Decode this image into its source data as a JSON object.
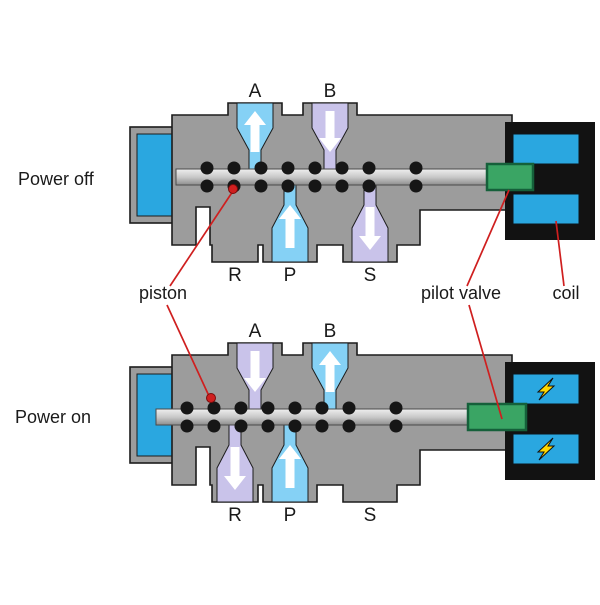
{
  "labels": {
    "power_off": "Power off",
    "power_on": "Power on",
    "piston": "piston",
    "pilot_valve": "pilot valve",
    "coil": "coil"
  },
  "ports": {
    "a": "A",
    "b": "B",
    "r": "R",
    "p": "P",
    "s": "S"
  },
  "states": {
    "power_off": {
      "coil_energized": false,
      "flows": [
        {
          "channel_color": "blue",
          "arrows": [
            "A up",
            "P up"
          ]
        },
        {
          "channel_color": "purple",
          "arrows": [
            "B down",
            "S down"
          ]
        }
      ]
    },
    "power_on": {
      "coil_energized": true,
      "flows": [
        {
          "channel_color": "blue",
          "arrows": [
            "B up",
            "P up"
          ]
        },
        {
          "channel_color": "purple",
          "arrows": [
            "A down",
            "R down"
          ]
        }
      ]
    }
  },
  "colors": {
    "body": "#9c9c9c",
    "outline": "#1c1c1c",
    "channel_blue": "#85d1f5",
    "channel_purple": "#c9c3ea",
    "coil_blue": "#2aa7e0",
    "pilot_green": "#3aa564",
    "pilot_green_dark": "#15603a",
    "housing_black": "#121212",
    "indicator_red": "#cf1f1f",
    "bolt_yellow": "#ffd800",
    "arrow_white": "#ffffff",
    "background": "#ffffff",
    "text": "#1a1a1a"
  }
}
